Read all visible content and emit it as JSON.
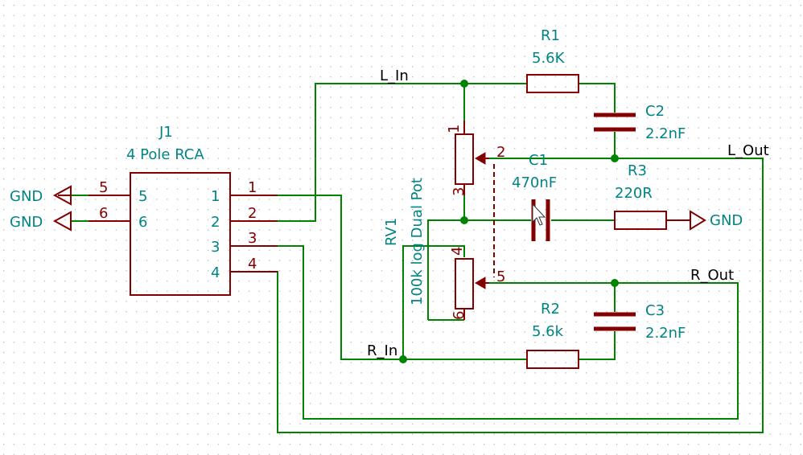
{
  "colors": {
    "wire": "#008400",
    "component": "#840000",
    "ref_text": "#008484",
    "net_label": "#000000",
    "grid_dot": "#b8b8b8",
    "background": "#ffffff"
  },
  "j1": {
    "ref": "J1",
    "value": "4 Pole RCA",
    "pins_left": [
      "5",
      "6"
    ],
    "pins_right": [
      "1",
      "2",
      "3",
      "4"
    ],
    "inner_left": [
      "5",
      "6"
    ],
    "inner_right": [
      "1",
      "2",
      "3",
      "4"
    ]
  },
  "gnd_labels": [
    "GND",
    "GND",
    "GND"
  ],
  "rv1": {
    "ref": "RV1",
    "value": "100k log Dual Pot",
    "pins": [
      "1",
      "2",
      "3",
      "4",
      "5",
      "6"
    ]
  },
  "r1": {
    "ref": "R1",
    "value": "5.6K"
  },
  "r2": {
    "ref": "R2",
    "value": "5.6k"
  },
  "r3": {
    "ref": "R3",
    "value": "220R"
  },
  "c1": {
    "ref": "C1",
    "value": "470nF"
  },
  "c2": {
    "ref": "C2",
    "value": "2.2nF"
  },
  "c3": {
    "ref": "C3",
    "value": "2.2nF"
  },
  "nets": {
    "l_in": "L_In",
    "r_in": "R_In",
    "l_out": "L_Out",
    "r_out": "R_Out"
  }
}
